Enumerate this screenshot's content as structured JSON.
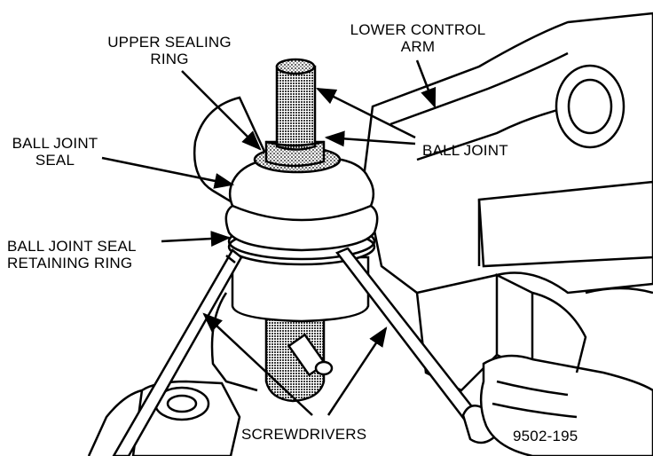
{
  "labels": {
    "upper_sealing_ring": [
      "UPPER SEALING",
      "RING"
    ],
    "lower_control_arm": [
      "LOWER CONTROL",
      "ARM"
    ],
    "ball_joint_seal": [
      "BALL JOINT",
      "SEAL"
    ],
    "ball_joint": "BALL JOINT",
    "retaining_ring": [
      "BALL JOINT SEAL",
      "RETAINING RING"
    ],
    "screwdrivers": "SCREWDRIVERS",
    "figure_number": "9502-195"
  },
  "icons": {
    "arrow": "leader-arrow-icon"
  }
}
